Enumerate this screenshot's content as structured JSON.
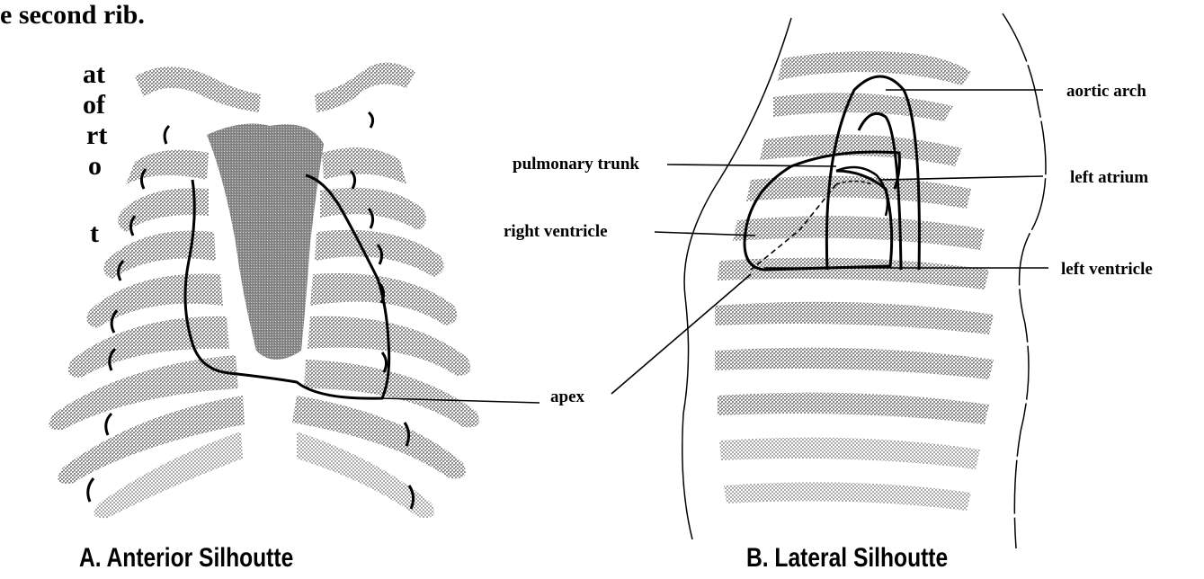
{
  "text_fragments": {
    "top_line": "e second rib.",
    "lines": [
      "at",
      "of",
      "rt",
      "o",
      "t"
    ]
  },
  "figure_a": {
    "caption": "A. Anterior Silhoutte",
    "labels": {
      "apex": "apex"
    }
  },
  "figure_b": {
    "caption": "B.  Lateral Silhoutte",
    "labels": {
      "aortic_arch": "aortic arch",
      "pulmonary_trunk": "pulmonary trunk",
      "left_atrium": "left atrium",
      "right_ventricle": "right ventricle",
      "left_ventricle": "left ventricle"
    }
  },
  "colors": {
    "bone": "#a0a0a0",
    "outline": "#000000",
    "background": "#ffffff"
  }
}
